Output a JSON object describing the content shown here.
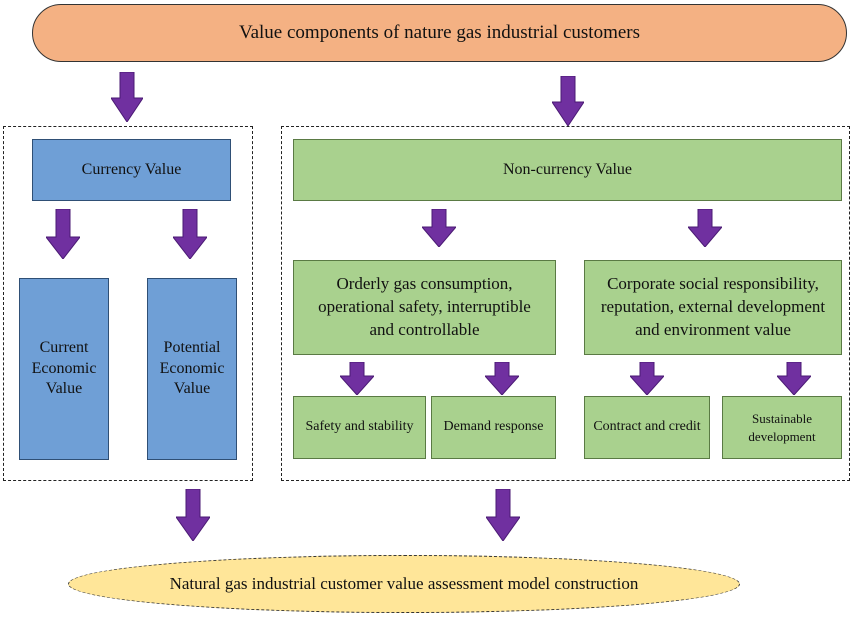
{
  "colors": {
    "top_pill": "#f4b183",
    "currency_blue": "#6f9fd6",
    "noncurrency_green": "#a9d18e",
    "bottom_oval": "#ffe699",
    "arrow_purple": "#7030a0"
  },
  "title": "Value components of nature gas industrial customers",
  "currency": {
    "label": "Currency Value",
    "current": "Current Economic Value",
    "potential": "Potential Economic Value"
  },
  "noncurrency": {
    "label": "Non-currency Value",
    "group_left": "Orderly gas consumption, operational safety, interruptible and controllable",
    "group_right": "Corporate social responsibility, reputation, external development and environment value",
    "leaf_safety": "Safety and stability",
    "leaf_demand": "Demand response",
    "leaf_contract": "Contract and credit",
    "leaf_sustainable": "Sustainable development"
  },
  "bottom": "Natural gas industrial customer value assessment model construction"
}
